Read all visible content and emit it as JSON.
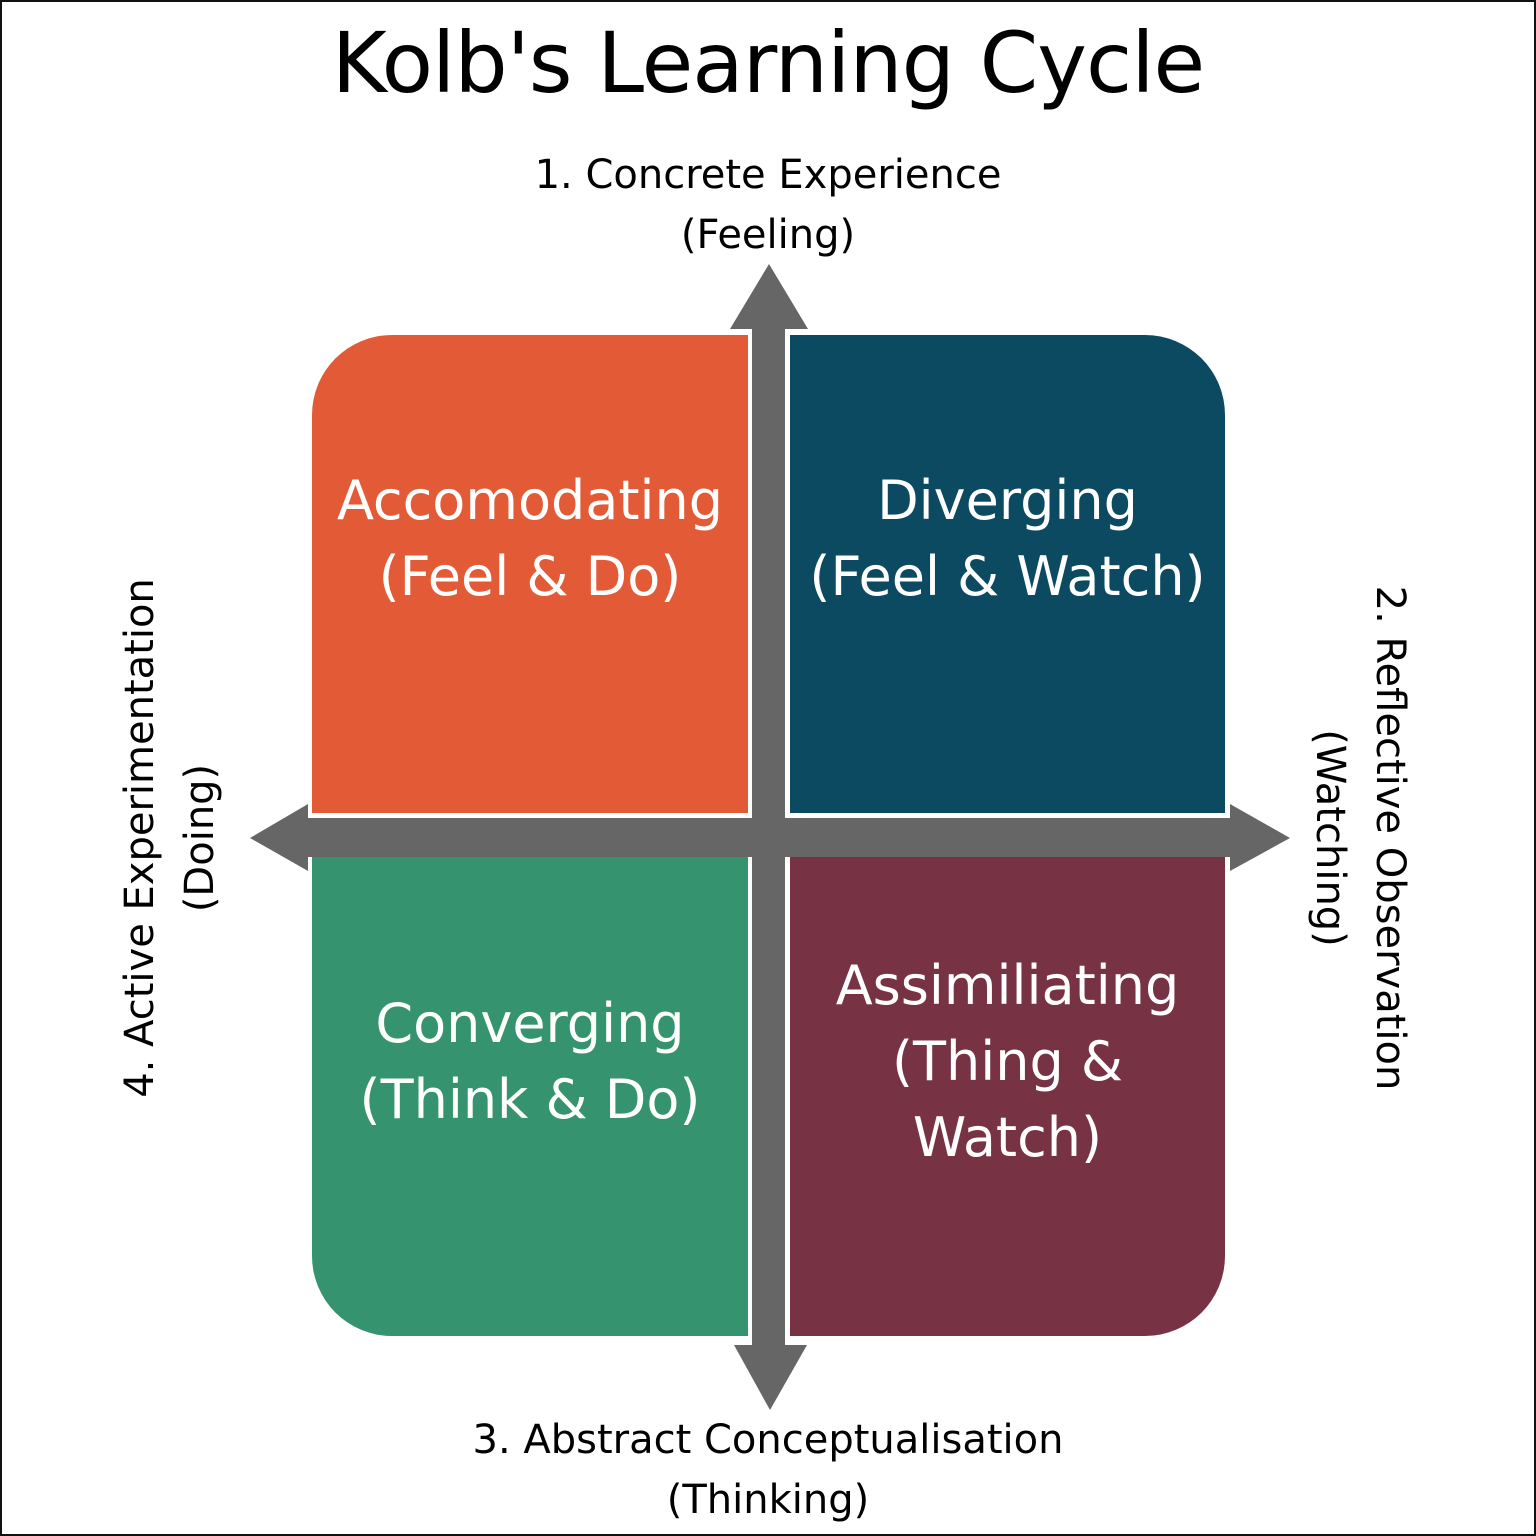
{
  "title": "Kolb's Learning Cycle",
  "colors": {
    "accommodating": "#e35b36",
    "diverging": "#0b4a60",
    "converging": "#35946f",
    "assimilating": "#773244",
    "arrows": "#666666",
    "text_dark": "#000000",
    "text_light": "#ffffff"
  },
  "axes": {
    "top": {
      "line1": "1. Concrete Experience",
      "line2": "(Feeling)"
    },
    "right": {
      "line1": "2. Reflective Observation",
      "line2": "(Watching)"
    },
    "bottom": {
      "line1": "3. Abstract Conceptualisation",
      "line2": "(Thinking)"
    },
    "left": {
      "line1": "4. Active Experimentation",
      "line2": "(Doing)"
    }
  },
  "quadrants": {
    "top_left": {
      "name": "Accomodating",
      "sub": "(Feel & Do)"
    },
    "top_right": {
      "name": "Diverging",
      "sub": "(Feel & Watch)"
    },
    "bottom_left": {
      "name": "Converging",
      "sub": "(Think & Do)"
    },
    "bottom_right": {
      "name": "Assimiliating",
      "sub": "(Thing & Watch)"
    }
  }
}
